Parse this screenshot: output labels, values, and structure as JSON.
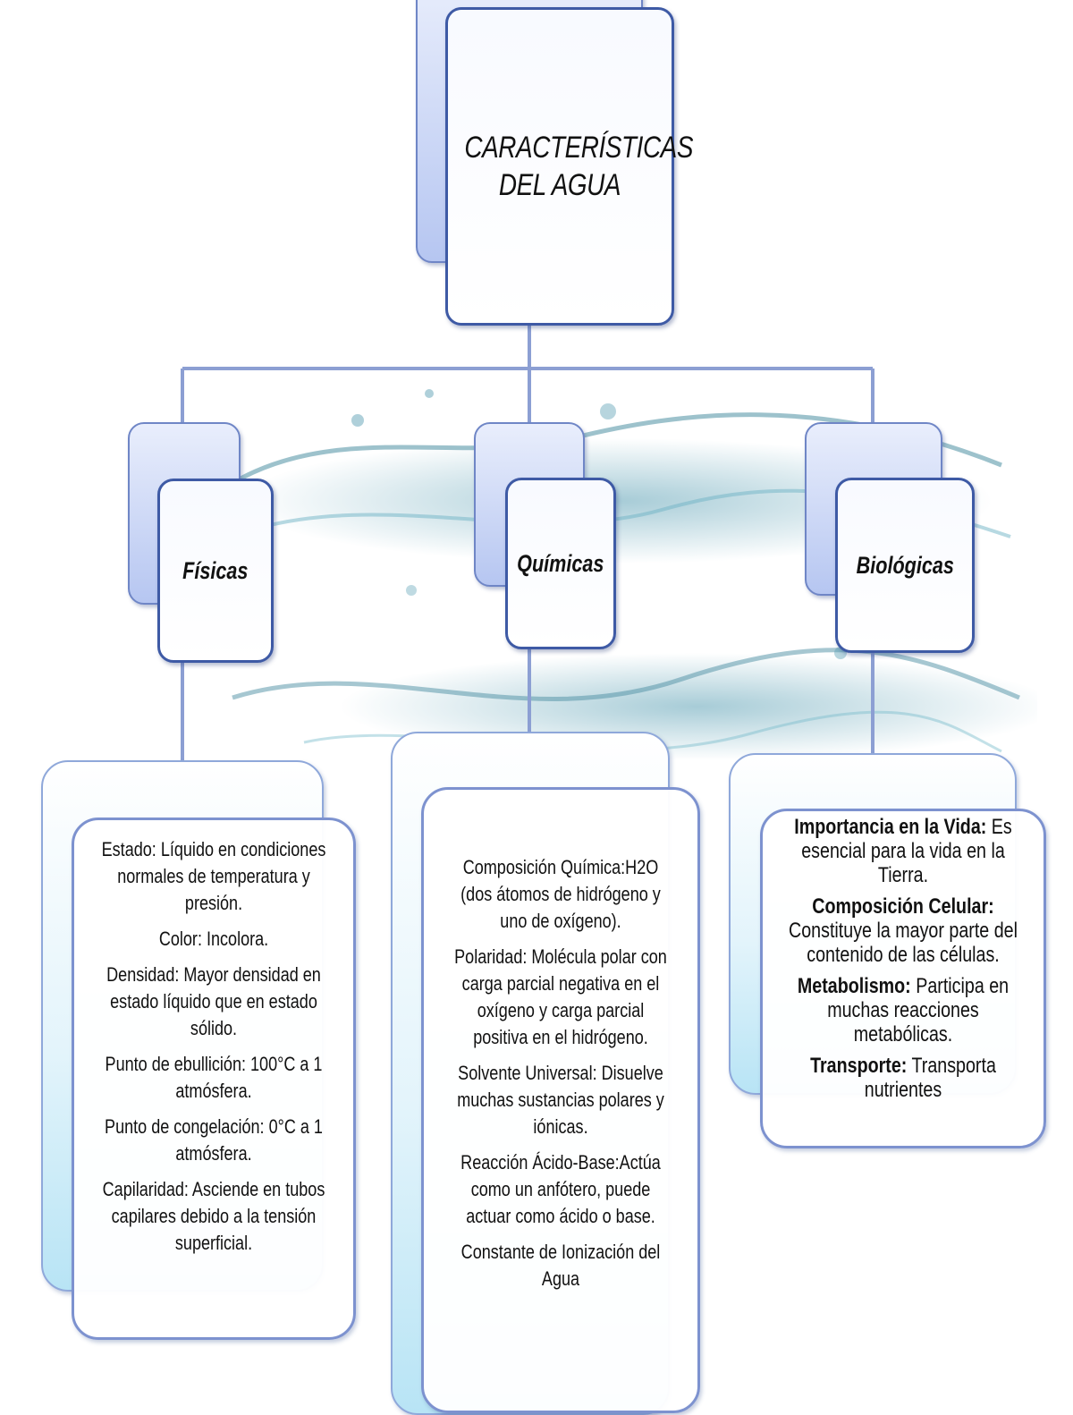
{
  "title": "CARACTERÍSTICAS DEL AGUA",
  "categories": [
    {
      "key": "fisicas",
      "label": "Físicas"
    },
    {
      "key": "quimicas",
      "label": "Químicas"
    },
    {
      "key": "biologicas",
      "label": "Biológicas"
    }
  ],
  "fisicas": {
    "items": [
      {
        "term": "Estado:",
        "desc": " Líquido en condiciones normales de temperatura y presión."
      },
      {
        "term": "Color:",
        "desc": " Incolora."
      },
      {
        "term": "Densidad:",
        "desc": " Mayor densidad en estado líquido que en estado sólido."
      },
      {
        "term": "Punto de ebullición:",
        "desc": " 100°C a 1 atmósfera."
      },
      {
        "term": "Punto de congelación:",
        "desc": " 0°C a 1 atmósfera."
      },
      {
        "term": "Capilaridad:",
        "desc": " Asciende en tubos capilares debido a la tensión superficial."
      }
    ]
  },
  "quimicas": {
    "items": [
      {
        "term": "Composición Química:",
        "desc": "H2O (dos átomos de hidrógeno y uno de oxígeno)."
      },
      {
        "term": "Polaridad:",
        "desc": " Molécula polar con carga parcial negativa en el oxígeno y carga parcial positiva en el hidrógeno."
      },
      {
        "term": "Solvente Universal:",
        "desc": " Disuelve muchas sustancias polares y iónicas."
      },
      {
        "term": "Reacción Ácido-Base:",
        "desc": "Actúa como un anfótero, puede actuar como ácido o base."
      },
      {
        "term": "Constante de Ionización del Agua",
        "desc": ""
      }
    ]
  },
  "biologicas": {
    "items": [
      {
        "term": "Importancia en la Vida:",
        "desc": " Es esencial para la vida en la Tierra."
      },
      {
        "term": "Composición Celular:",
        "desc": " Constituye la mayor parte del contenido de las células."
      },
      {
        "term": "Metabolismo:",
        "desc": " Participa en muchas reacciones metabólicas."
      },
      {
        "term": "Transporte:",
        "desc": " Transporta nutrientes"
      }
    ]
  },
  "colors": {
    "box_border": "#3e5aa5",
    "box_fill_back": "#b6c6f1",
    "detail_fill": "#b8e4f5",
    "connector": "#8c9fd3",
    "splash": "#5fa2b6"
  }
}
